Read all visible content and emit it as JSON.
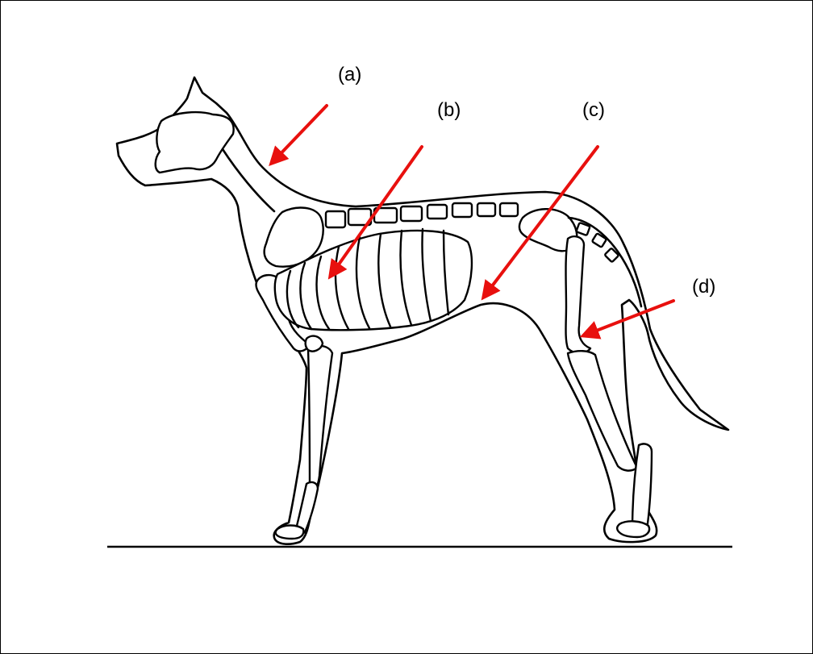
{
  "figure": {
    "labels": {
      "a": "(a)",
      "b": "(b)",
      "c": "(c)",
      "d": "(d)"
    },
    "arrow_color": "#e8100e",
    "line_color": "#000000"
  }
}
